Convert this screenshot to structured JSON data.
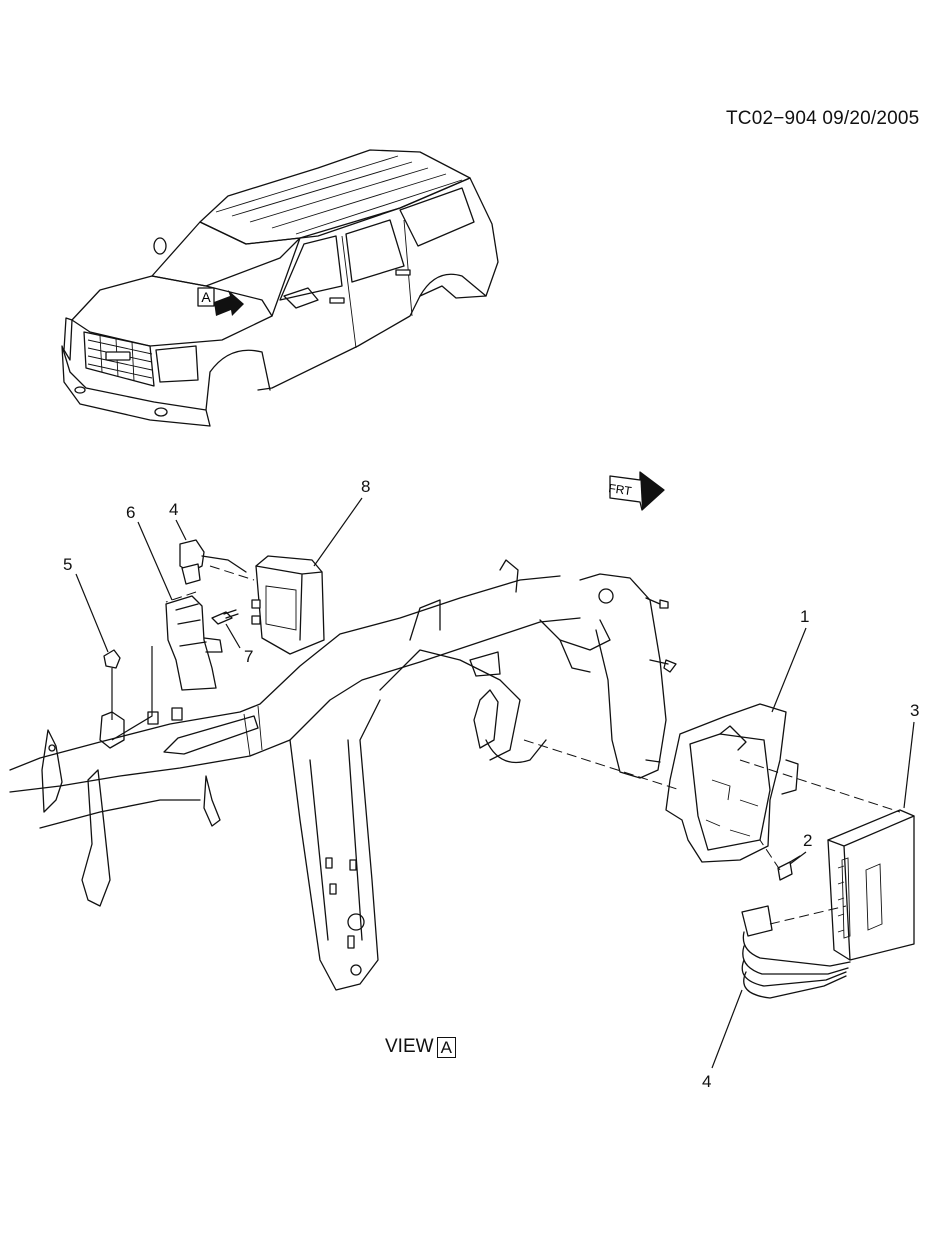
{
  "header": {
    "doc_code": "TC02−904  09/20/2005"
  },
  "vehicle_view": {
    "view_marker": "A"
  },
  "front_indicator": {
    "label": "FRT"
  },
  "view_caption": {
    "text": "VIEW",
    "marker": "A"
  },
  "callouts": {
    "c1": "1",
    "c2": "2",
    "c3": "3",
    "c4_top": "4",
    "c4_bottom": "4",
    "c5": "5",
    "c6": "6",
    "c7": "7",
    "c8": "8"
  }
}
